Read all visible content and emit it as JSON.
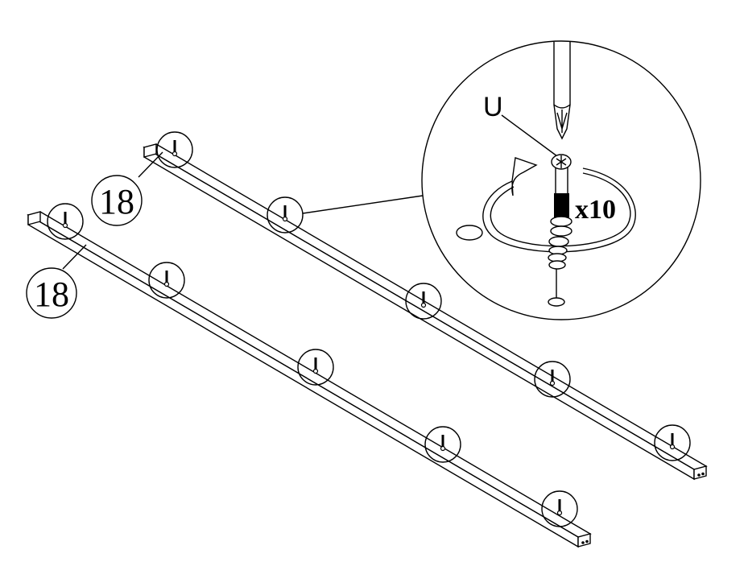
{
  "step": {
    "parts": [
      {
        "part_number": "18"
      },
      {
        "part_number": "18"
      }
    ],
    "detail": {
      "hardware_label": "U",
      "quantity_label": "x10",
      "tool": "phillips-screwdriver",
      "rotation": "clockwise"
    },
    "colors": {
      "line": "#000000",
      "background": "#ffffff"
    }
  }
}
